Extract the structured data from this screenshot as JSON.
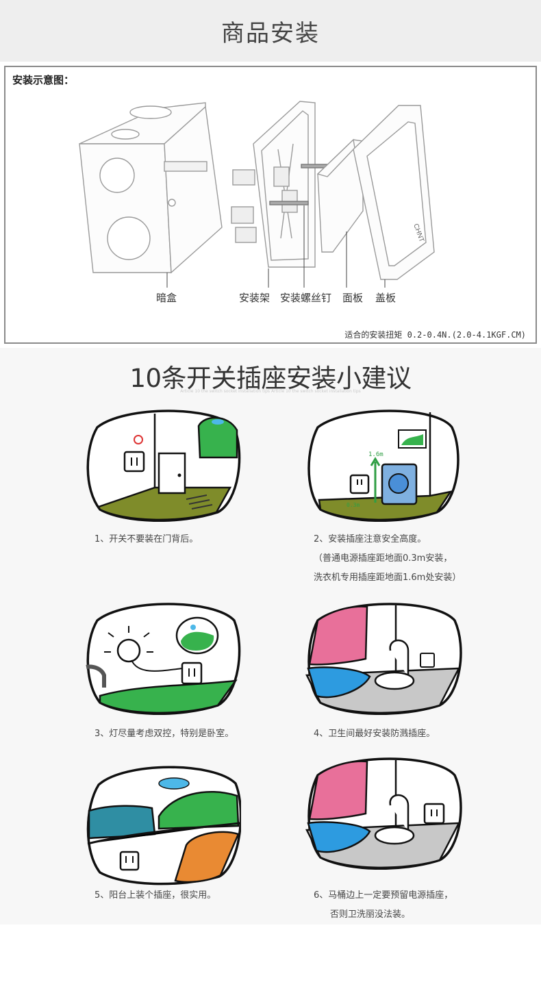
{
  "header": {
    "title": "商品安装"
  },
  "diagram": {
    "heading": "安装示意图：",
    "labels": {
      "box": "暗盒",
      "bracket": "安装架",
      "screw": "安装螺丝钉",
      "panel": "面板",
      "cover": "盖板"
    },
    "brand": "CHNT",
    "torque": "适合的安装扭矩 0.2-0.4N.(2.0-4.1KGF.CM)"
  },
  "tips": {
    "title": "10条开关插座安装小建议",
    "subtitle": "Article 10 the switch socket installation tips Article 10 the switch socket installation tips",
    "height_mark": "1.6m",
    "low_mark": "0.3m",
    "items": [
      {
        "lines": [
          "1、开关不要装在门背后。"
        ]
      },
      {
        "lines": [
          "2、安装插座注意安全高度。",
          "（普通电源插座距地面0.3m安装，",
          "洗衣机专用插座距地面1.6m处安装）"
        ]
      },
      {
        "lines": [
          "3、灯尽量考虑双控，特别是卧室。"
        ]
      },
      {
        "lines": [
          "4、卫生间最好安装防溅插座。"
        ]
      },
      {
        "lines": [
          "5、阳台上装个插座，很实用。"
        ]
      },
      {
        "lines": [
          "6、马桶边上一定要预留电源插座，",
          "否则卫洗丽没法装。"
        ]
      }
    ]
  }
}
